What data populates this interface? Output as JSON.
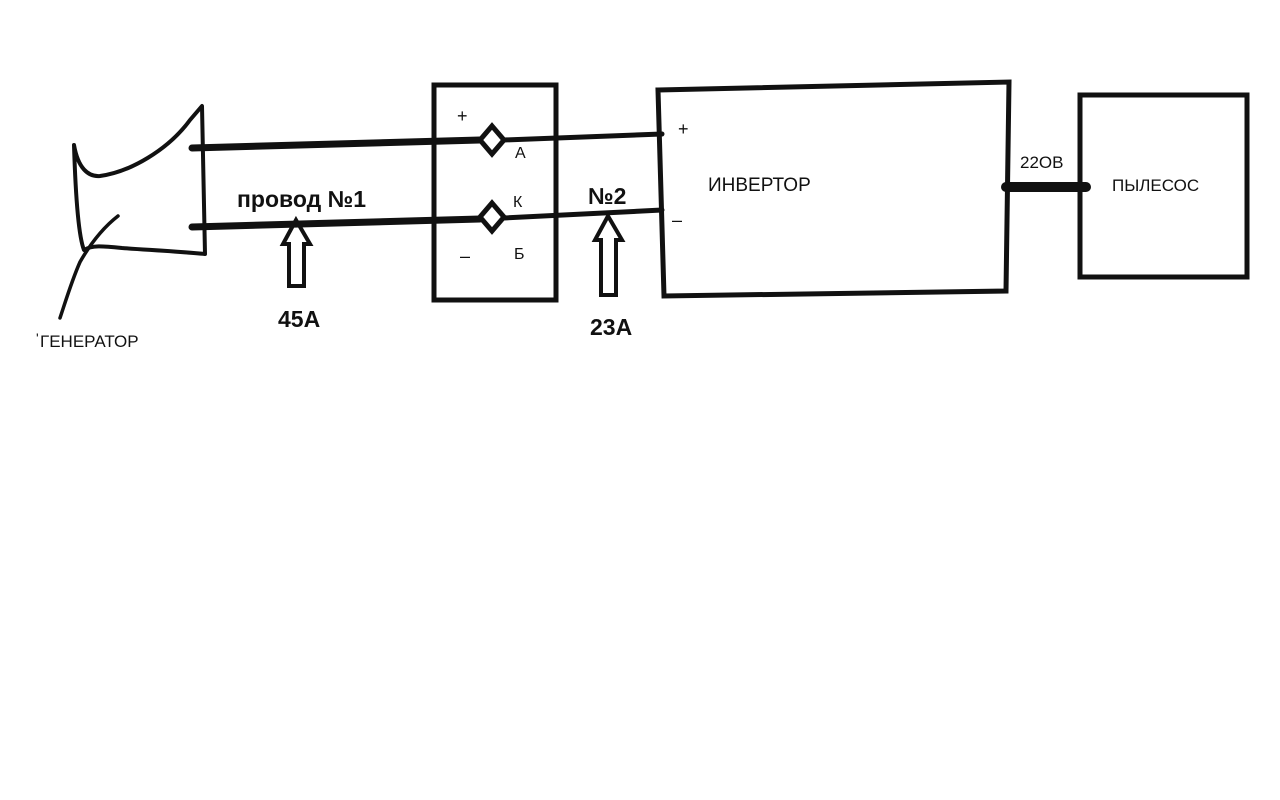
{
  "generator": {
    "label": "ГЕНЕРАТОР",
    "mark": "'"
  },
  "wire1": {
    "label": "провод №1",
    "current": "45А"
  },
  "wire2": {
    "label": "№2",
    "current": "23А"
  },
  "junction": {
    "plus": "+",
    "minus": "–",
    "terminal_top": "А",
    "terminal_mid": "К",
    "terminal_bottom": "Б"
  },
  "inverter": {
    "label": "ИНВЕРТОР",
    "plus": "+",
    "minus": "–"
  },
  "output": {
    "voltage": "22ОВ"
  },
  "load": {
    "label": "ПЫЛЕСОС"
  },
  "colors": {
    "ink": "#111111",
    "background": "#ffffff"
  }
}
